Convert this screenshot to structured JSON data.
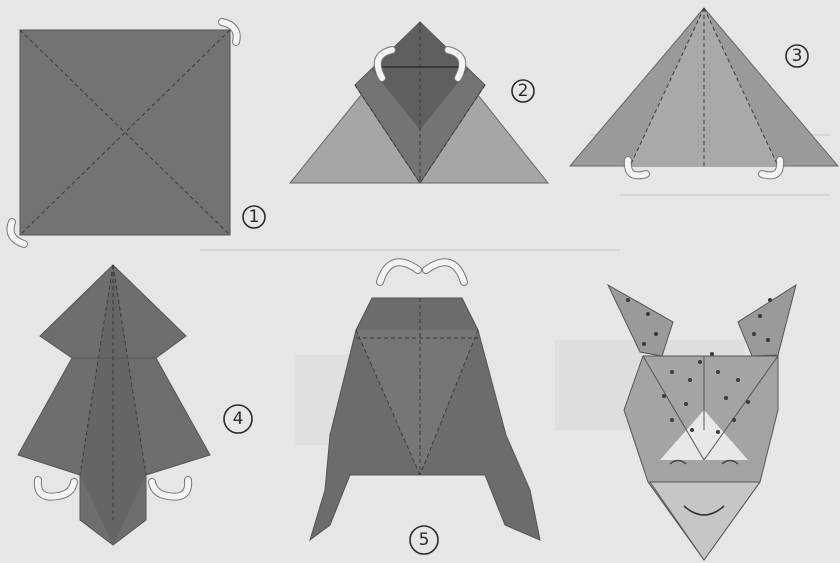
{
  "steps": [
    {
      "number": "1"
    },
    {
      "number": "2"
    },
    {
      "number": "3"
    },
    {
      "number": "4"
    },
    {
      "number": "5"
    }
  ],
  "colors": {
    "paper_dark": "#6f6f6f",
    "paper_mid": "#8a8a8a",
    "paper_light": "#a8a8a6",
    "paper_pale": "#c2c2c0",
    "background": "#e6e6e4"
  }
}
